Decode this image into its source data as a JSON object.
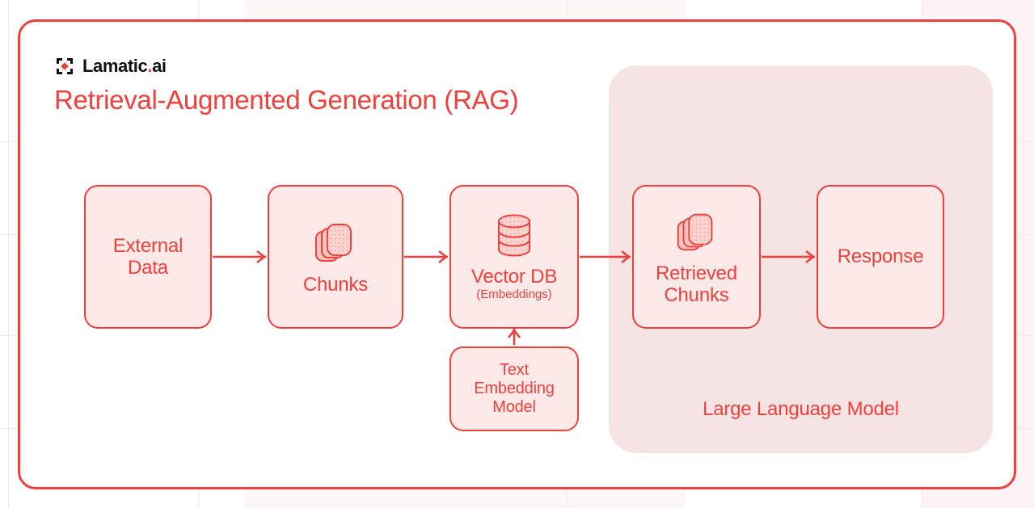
{
  "brand": {
    "name_main": "Lamatic",
    "name_dot": ".",
    "name_suffix": "ai",
    "logo_icon": "lamatic-diamond-logo"
  },
  "header": {
    "title": "Retrieval-Augmented Generation (RAG)"
  },
  "colors": {
    "accent": "#F0403C",
    "node_fill": "#FDE9E7",
    "group_fill": "#F6E4E4",
    "card_bg": "#FFFFFF",
    "page_bg": "#FFFFFF",
    "logo_black": "#111111"
  },
  "diagram": {
    "type": "flowchart",
    "group": {
      "label": "Large Language Model",
      "contains": [
        "retrieved-chunks",
        "response"
      ]
    },
    "nodes": [
      {
        "id": "external-data",
        "label": "External\nData",
        "line1": "External",
        "line2": "Data",
        "sub": "",
        "icon": ""
      },
      {
        "id": "chunks",
        "label": "Chunks",
        "line1": "Chunks",
        "line2": "",
        "sub": "",
        "icon": "stacked-cards-icon"
      },
      {
        "id": "vector-db",
        "label": "Vector DB",
        "line1": "Vector DB",
        "line2": "",
        "sub": "(Embeddings)",
        "icon": "database-cylinder-icon"
      },
      {
        "id": "retrieved-chunks",
        "label": "Retrieved\nChunks",
        "line1": "Retrieved",
        "line2": "Chunks",
        "sub": "",
        "icon": "stacked-cards-icon"
      },
      {
        "id": "response",
        "label": "Response",
        "line1": "Response",
        "line2": "",
        "sub": "",
        "icon": ""
      },
      {
        "id": "text-embedding-model",
        "label": "Text Embedding Model",
        "line1": "Text",
        "line2": "Embedding",
        "line3": "Model",
        "sub": "",
        "icon": ""
      }
    ],
    "edges": [
      {
        "from": "external-data",
        "to": "chunks",
        "direction": "right"
      },
      {
        "from": "chunks",
        "to": "vector-db",
        "direction": "right"
      },
      {
        "from": "vector-db",
        "to": "retrieved-chunks",
        "direction": "right"
      },
      {
        "from": "retrieved-chunks",
        "to": "response",
        "direction": "right"
      },
      {
        "from": "text-embedding-model",
        "to": "vector-db",
        "direction": "up"
      }
    ]
  }
}
